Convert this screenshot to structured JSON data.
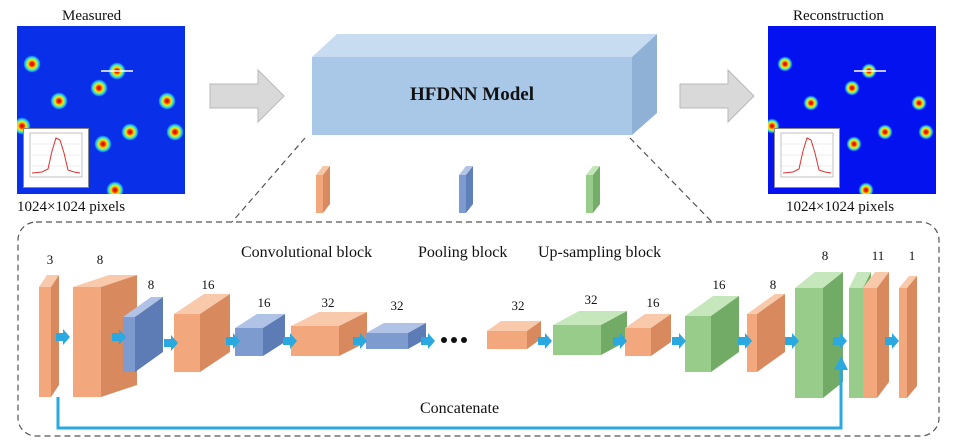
{
  "left_panel": {
    "title": "Measured",
    "size_label": "1024×1024 pixels",
    "background_color": "#0a2fe8"
  },
  "right_panel": {
    "title": "Reconstruction",
    "size_label": "1024×1024 pixels",
    "background_color": "#0412f0"
  },
  "model": {
    "label": "HFDNN Model",
    "color": "#a9c7e6"
  },
  "legend": [
    {
      "label": "Convolutional block",
      "color": "#f2a77c"
    },
    {
      "label": "Pooling block",
      "color": "#7e9bcf"
    },
    {
      "label": "Up-sampling block",
      "color": "#98cc8a"
    }
  ],
  "network": {
    "channels": [
      "3",
      "8",
      "8",
      "16",
      "16",
      "32",
      "32",
      "32",
      "32",
      "16",
      "16",
      "8",
      "8",
      "11",
      "1"
    ],
    "ellipsis": "•••",
    "concat_label": "Concatenate",
    "arrow_color": "#29a9e0"
  }
}
